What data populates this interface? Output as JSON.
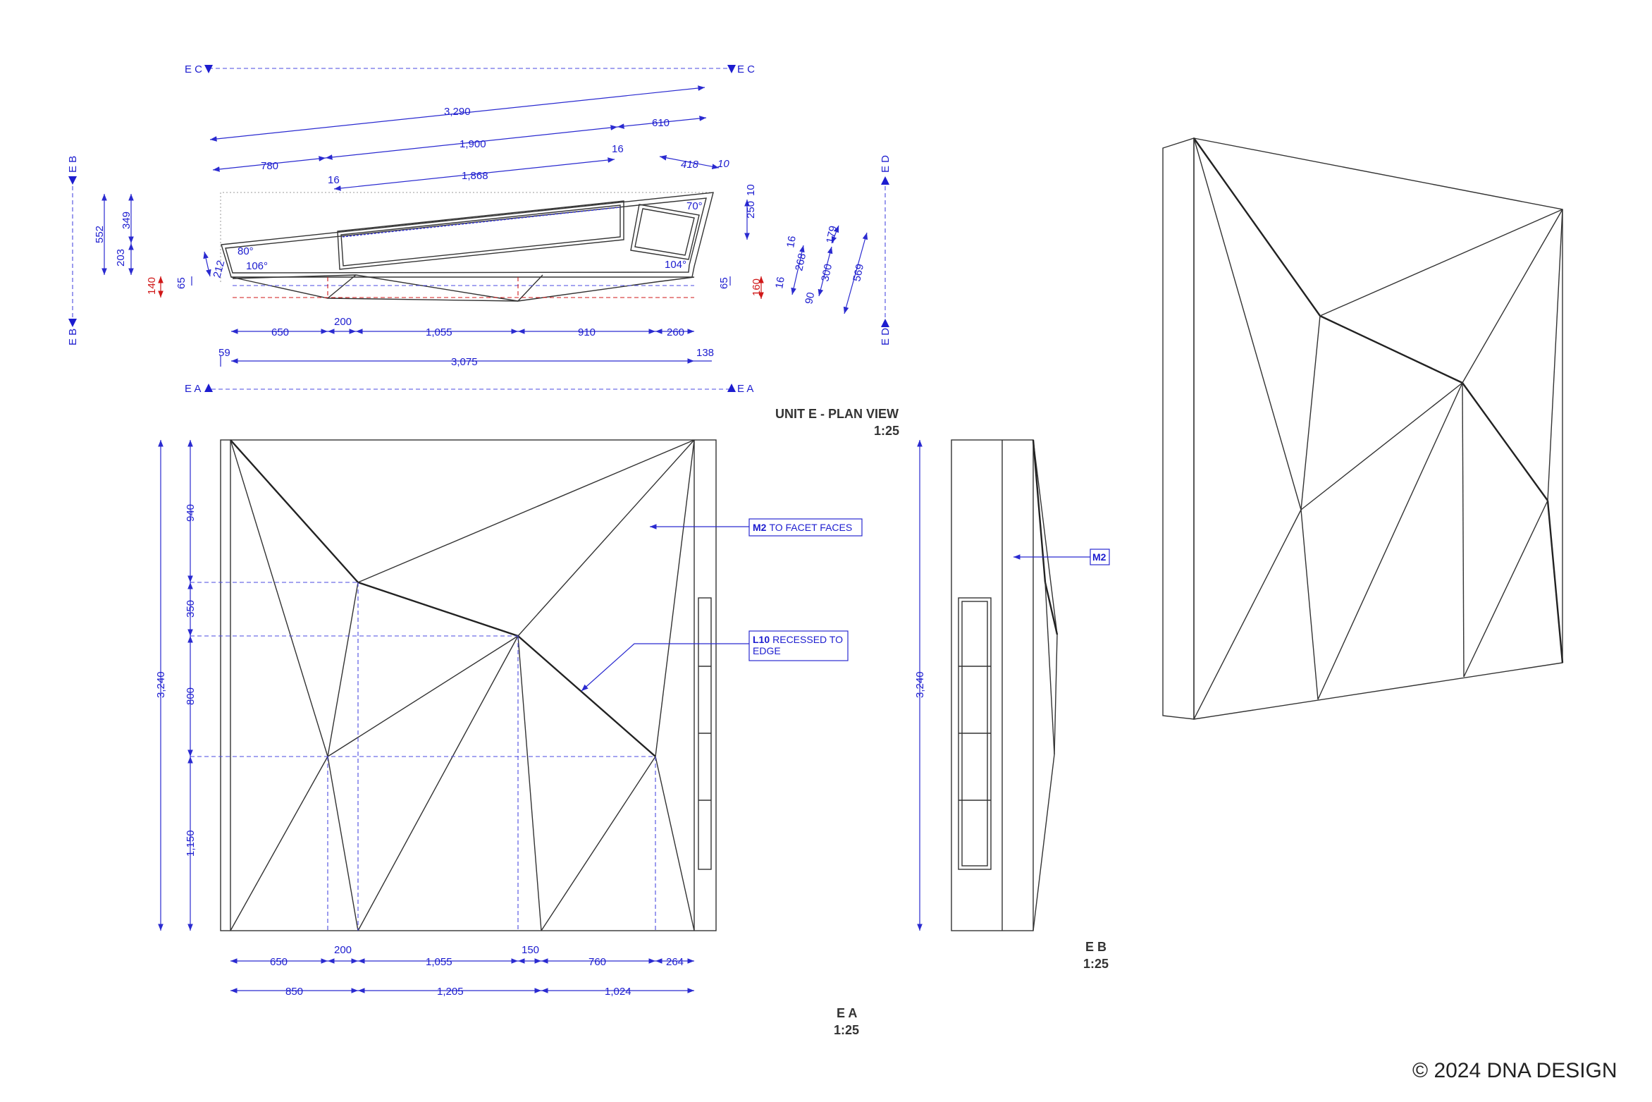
{
  "section_markers": {
    "ec": "E C",
    "eb": "E B",
    "ed": "E D",
    "ea": "E A"
  },
  "plan_dims": {
    "d3290": "3,290",
    "d1900": "1,900",
    "d610": "610",
    "d780": "780",
    "d16a": "16",
    "d1868": "1,868",
    "d16b": "16",
    "d418": "418",
    "d10a": "10",
    "d10b": "10",
    "d250": "250",
    "d552": "552",
    "d349": "349",
    "d203": "203",
    "d140": "140",
    "d65a": "65",
    "d212": "212",
    "d65b": "65",
    "d160": "160",
    "d16c": "16",
    "d268": "268",
    "d16d": "16",
    "d179": "179",
    "d300": "300",
    "d90": "90",
    "d569": "569",
    "d650": "650",
    "d200": "200",
    "d1055": "1,055",
    "d910": "910",
    "d260": "260",
    "d59": "59",
    "d3075": "3,075",
    "d138": "138",
    "a80": "80°",
    "a106": "106°",
    "a70": "70°",
    "a104": "104°"
  },
  "ea_dims": {
    "d940": "940",
    "d350": "350",
    "d3240": "3,240",
    "d800": "800",
    "d1150": "1,150",
    "b650": "650",
    "b200": "200",
    "b1055": "1,055",
    "b150": "150",
    "b760": "760",
    "b264": "264",
    "c850": "850",
    "c1205": "1,205",
    "c1024": "1,024"
  },
  "eb_dims": {
    "d3240": "3,240"
  },
  "notes": {
    "m2_bold": "M2",
    "m2_text": "TO FACET FACES",
    "l10_bold": "L10",
    "l10_line1": "RECESSED TO",
    "l10_line2": "EDGE",
    "m2b": "M2"
  },
  "titles": {
    "plan": "UNIT E - PLAN VIEW",
    "plan_scale": "1:25",
    "ea": "E A",
    "ea_scale": "1:25",
    "eb": "E B",
    "eb_scale": "1:25"
  },
  "copyright": "© 2024 DNA DESIGN"
}
